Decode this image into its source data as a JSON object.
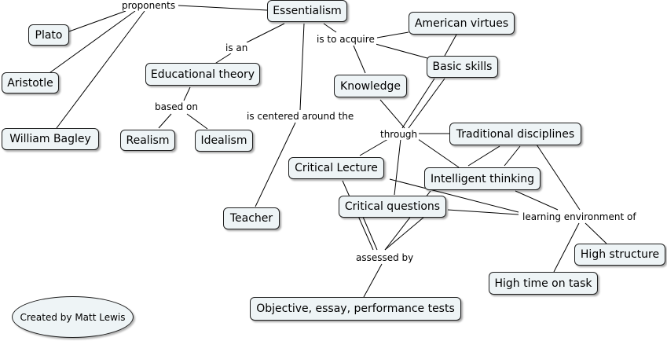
{
  "concepts": {
    "essentialism": "Essentialism",
    "plato": "Plato",
    "aristotle": "Aristotle",
    "william_bagley": "William Bagley",
    "educational_theory": "Educational theory",
    "realism": "Realism",
    "idealism": "Idealism",
    "teacher": "Teacher",
    "american_virtues": "American virtues",
    "basic_skills": "Basic skills",
    "knowledge": "Knowledge",
    "traditional_disciplines": "Traditional disciplines",
    "critical_lecture": "Critical Lecture",
    "intelligent_thinking": "Intelligent thinking",
    "critical_questions": "Critical questions",
    "high_structure": "High structure",
    "high_time_on_task": "High time on task",
    "objective_tests": "Objective, essay, performance tests"
  },
  "links": {
    "proponents": "proponents",
    "is_an": "is an",
    "based_on": "based on",
    "is_to_acquire": "is to acquire",
    "is_centered_around_the": "is centered around the",
    "through": "through",
    "learning_environment_of": "learning environment of",
    "assessed_by": "assessed by"
  },
  "credit": "Created by Matt Lewis"
}
